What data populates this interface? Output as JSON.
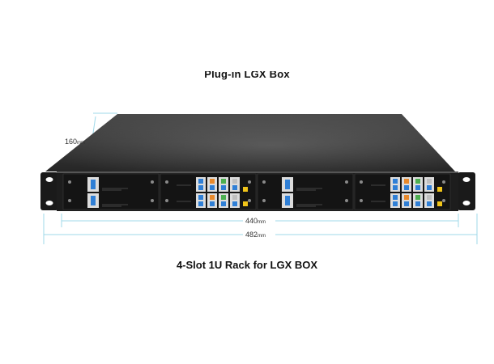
{
  "captions": {
    "top": "Plug-in LGX Box",
    "bottom": "4-Slot 1U Rack for LGX BOX"
  },
  "dimensions": {
    "depth_value": "160",
    "inner_width_value": "440",
    "outer_width_value": "482",
    "unit": "mm"
  },
  "colors": {
    "chassis_front": "#1d1d1d",
    "chassis_top": "#3a3a3a",
    "dimension_line": "#9fd9ea",
    "adapter_blue": "#2f7fd6",
    "adapter_orange": "#e8892b",
    "adapter_green": "#4caf50",
    "adapter_yellow": "#f0c419",
    "adapter_gray": "#bfbfbf"
  },
  "modules": [
    {
      "slot": 1,
      "type": "blank-module"
    },
    {
      "slot": 2,
      "type": "adapter-module"
    },
    {
      "slot": 3,
      "type": "blank-module"
    },
    {
      "slot": 4,
      "type": "adapter-module"
    }
  ]
}
